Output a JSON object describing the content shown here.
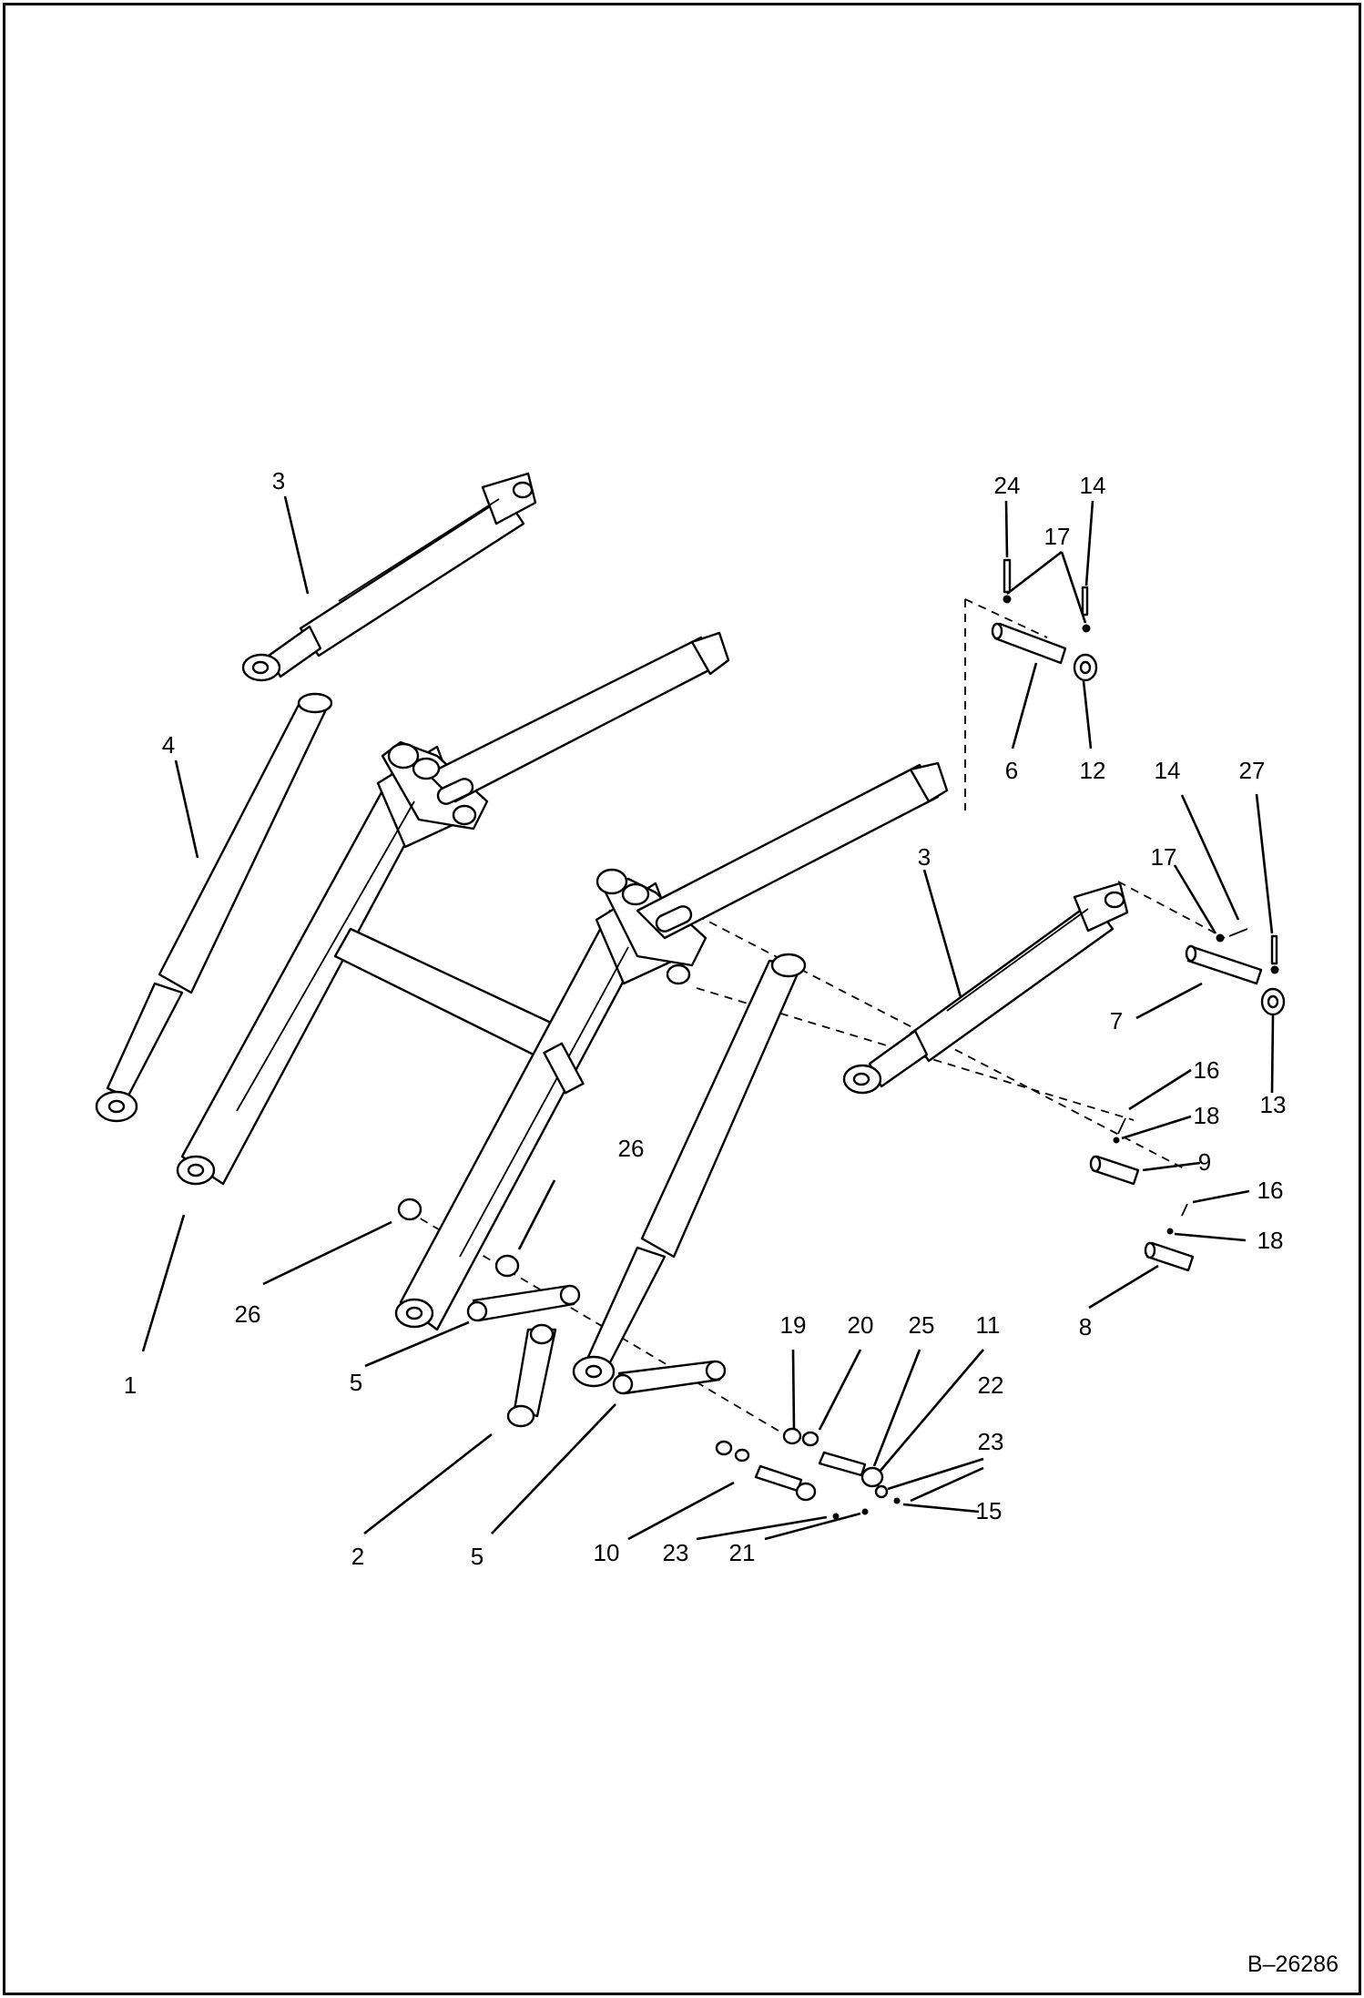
{
  "figure": {
    "reference": "B–26286"
  },
  "callouts": [
    {
      "id": "c3a",
      "text": "3"
    },
    {
      "id": "c4",
      "text": "4"
    },
    {
      "id": "c1",
      "text": "1"
    },
    {
      "id": "c26a",
      "text": "26"
    },
    {
      "id": "c26b",
      "text": "26"
    },
    {
      "id": "c5a",
      "text": "5"
    },
    {
      "id": "c5b",
      "text": "5"
    },
    {
      "id": "c2",
      "text": "2"
    },
    {
      "id": "c10",
      "text": "10"
    },
    {
      "id": "c23a",
      "text": "23"
    },
    {
      "id": "c21",
      "text": "21"
    },
    {
      "id": "c19",
      "text": "19"
    },
    {
      "id": "c20",
      "text": "20"
    },
    {
      "id": "c25",
      "text": "25"
    },
    {
      "id": "c11",
      "text": "11"
    },
    {
      "id": "c22",
      "text": "22"
    },
    {
      "id": "c23b",
      "text": "23"
    },
    {
      "id": "c15",
      "text": "15"
    },
    {
      "id": "c8",
      "text": "8"
    },
    {
      "id": "c16a",
      "text": "16"
    },
    {
      "id": "c18a",
      "text": "18"
    },
    {
      "id": "c16b",
      "text": "16"
    },
    {
      "id": "c18b",
      "text": "18"
    },
    {
      "id": "c9",
      "text": "9"
    },
    {
      "id": "c3b",
      "text": "3"
    },
    {
      "id": "c7",
      "text": "7"
    },
    {
      "id": "c13",
      "text": "13"
    },
    {
      "id": "c17a",
      "text": "17"
    },
    {
      "id": "c14a",
      "text": "14"
    },
    {
      "id": "c27",
      "text": "27"
    },
    {
      "id": "c24",
      "text": "24"
    },
    {
      "id": "c14b",
      "text": "14"
    },
    {
      "id": "c17b",
      "text": "17"
    },
    {
      "id": "c6",
      "text": "6"
    },
    {
      "id": "c12",
      "text": "12"
    }
  ]
}
